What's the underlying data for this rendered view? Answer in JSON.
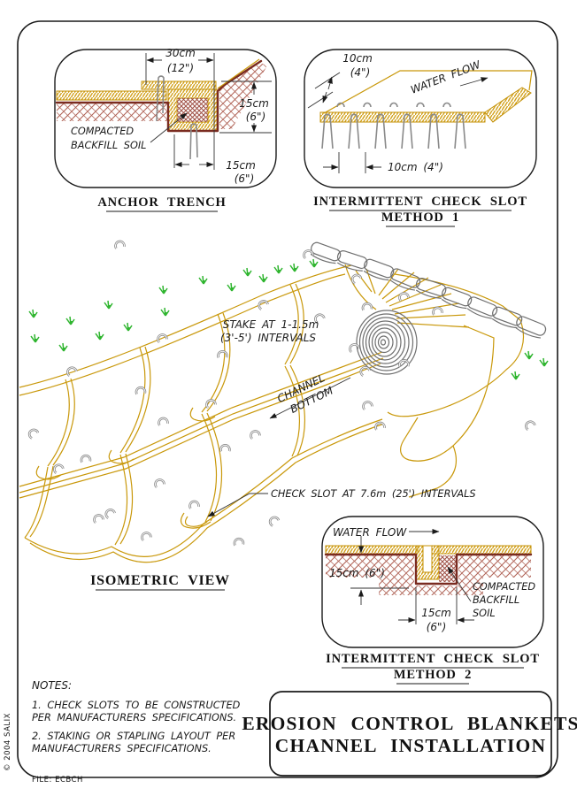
{
  "anchor_trench": {
    "title": "ANCHOR TRENCH",
    "dim_top": [
      "30cm",
      "(12\")"
    ],
    "dim_right": [
      "15cm",
      "(6\")"
    ],
    "dim_bottom": [
      "15cm",
      "(6\")"
    ],
    "compacted": [
      "COMPACTED",
      "BACKFILL SOIL"
    ]
  },
  "method1": {
    "title": [
      "INTERMITTENT CHECK SLOT",
      "METHOD 1"
    ],
    "water_flow": "WATER FLOW",
    "dim_slot": [
      "10cm",
      "(4\")"
    ],
    "dim_spacing": "10cm (4\")"
  },
  "isometric": {
    "title": "ISOMETRIC VIEW",
    "stake": [
      "STAKE AT 1-1.5m",
      "(3'-5') INTERVALS"
    ],
    "channel": [
      "CHANNEL",
      "BOTTOM"
    ],
    "check_slot": "CHECK SLOT AT 7.6m (25') INTERVALS"
  },
  "method2": {
    "title": [
      "INTERMITTENT CHECK SLOT",
      "METHOD 2"
    ],
    "water_flow": "WATER FLOW",
    "dim_depth": "15cm (6\")",
    "dim_width": [
      "15cm",
      "(6\")"
    ],
    "compacted": [
      "COMPACTED",
      "BACKFILL",
      "SOIL"
    ]
  },
  "notes": {
    "heading": "NOTES:",
    "lines": [
      "1. CHECK SLOTS TO BE CONSTRUCTED",
      "PER MANUFACTURERS SPECIFICATIONS.",
      "2. STAKING OR STAPLING LAYOUT PER",
      "MANUFACTURERS SPECIFICATIONS."
    ]
  },
  "title_block": {
    "line1": "EROSION CONTROL BLANKETS",
    "line2": "CHANNEL INSTALLATION"
  },
  "footer": {
    "file": "FILE: ECBCH",
    "copyright": "© 2004 SALIX"
  },
  "colors": {
    "blanket_gold": "#C9980A",
    "soil_maroon": "#7A2B20",
    "soil_hatch": "#AE5F52",
    "staple_gray": "#8A8A8A",
    "grass_green": "#2FB52F"
  }
}
